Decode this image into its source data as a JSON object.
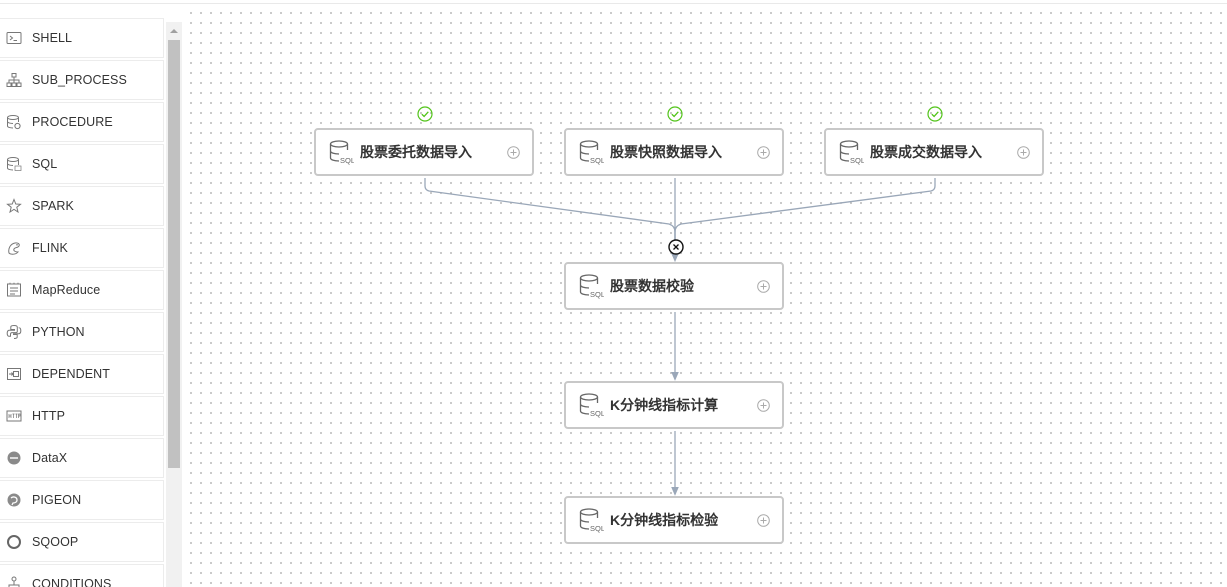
{
  "toolbar": {
    "items": [
      {
        "label": "SHELL",
        "icon": "shell-icon"
      },
      {
        "label": "SUB_PROCESS",
        "icon": "sub-process-icon"
      },
      {
        "label": "PROCEDURE",
        "icon": "procedure-icon"
      },
      {
        "label": "SQL",
        "icon": "sql-icon"
      },
      {
        "label": "SPARK",
        "icon": "spark-icon"
      },
      {
        "label": "FLINK",
        "icon": "flink-icon"
      },
      {
        "label": "MapReduce",
        "icon": "mapreduce-icon"
      },
      {
        "label": "PYTHON",
        "icon": "python-icon"
      },
      {
        "label": "DEPENDENT",
        "icon": "dependent-icon"
      },
      {
        "label": "HTTP",
        "icon": "http-icon"
      },
      {
        "label": "DataX",
        "icon": "datax-icon"
      },
      {
        "label": "PIGEON",
        "icon": "pigeon-icon"
      },
      {
        "label": "SQOOP",
        "icon": "sqoop-icon"
      },
      {
        "label": "CONDITIONS",
        "icon": "conditions-icon"
      }
    ]
  },
  "workflow": {
    "nodes": [
      {
        "id": "n1",
        "title": "股票委托数据导入",
        "type": "SQL",
        "status": "success"
      },
      {
        "id": "n2",
        "title": "股票快照数据导入",
        "type": "SQL",
        "status": "success"
      },
      {
        "id": "n3",
        "title": "股票成交数据导入",
        "type": "SQL",
        "status": "success"
      },
      {
        "id": "n4",
        "title": "股票数据校验",
        "type": "SQL"
      },
      {
        "id": "n5",
        "title": "K分钟线指标计算",
        "type": "SQL"
      },
      {
        "id": "n6",
        "title": "K分钟线指标检验",
        "type": "SQL"
      }
    ]
  },
  "colors": {
    "edge": "#9aa7b8",
    "success": "#52c41a",
    "node_border": "#c8c8c8",
    "scroll_thumb": "#c1c1c1"
  }
}
